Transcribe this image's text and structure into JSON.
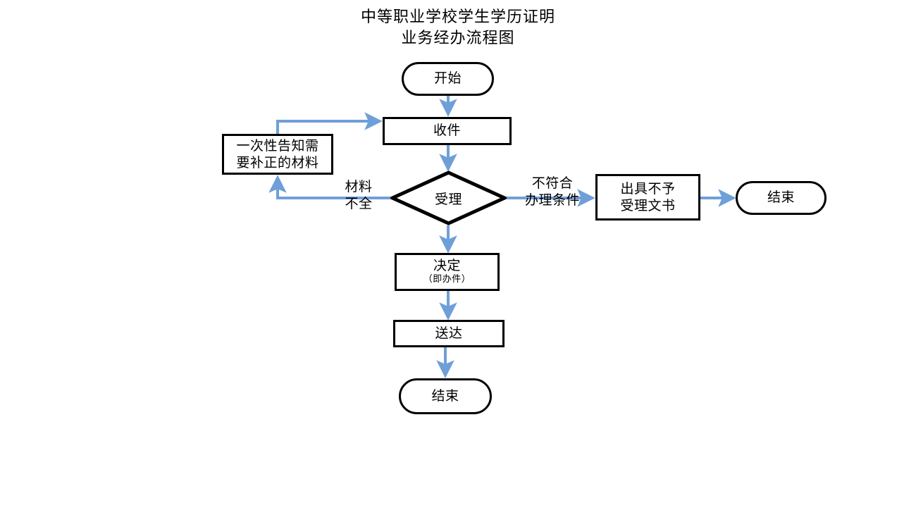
{
  "title": {
    "line1": "中等职业学校学生学历证明",
    "line2": "业务经办流程图",
    "full": "中等职业学校学生学历证明\n业务经办流程图"
  },
  "colors": {
    "arrow": "#6f9fd8",
    "node_border": "#000000",
    "node_fill": "#ffffff",
    "text": "#000000",
    "background": "#ffffff"
  },
  "nodes": {
    "start": {
      "label": "开始",
      "shape": "terminator"
    },
    "receive": {
      "label": "收件",
      "shape": "rectangle"
    },
    "notify": {
      "label": "一次性告知需\n要补正的材料",
      "shape": "rectangle"
    },
    "accept": {
      "label": "受理",
      "shape": "diamond"
    },
    "reject_doc": {
      "label": "出具不予\n受理文书",
      "shape": "rectangle"
    },
    "end_right": {
      "label": "结束",
      "shape": "terminator"
    },
    "decide": {
      "label": "决定",
      "sub_label": "（即办件）",
      "shape": "rectangle"
    },
    "deliver": {
      "label": "送达",
      "shape": "rectangle"
    },
    "end_bottom": {
      "label": "结束",
      "shape": "terminator"
    }
  },
  "edge_labels": {
    "materials_incomplete": "材料\n不全",
    "conditions_not_met": "不符合\n办理条件"
  },
  "flow": [
    {
      "from": "start",
      "to": "receive",
      "label": ""
    },
    {
      "from": "receive",
      "to": "accept",
      "label": ""
    },
    {
      "from": "accept",
      "to": "notify",
      "label": "材料不全"
    },
    {
      "from": "notify",
      "to": "receive",
      "label": ""
    },
    {
      "from": "accept",
      "to": "reject_doc",
      "label": "不符合办理条件"
    },
    {
      "from": "reject_doc",
      "to": "end_right",
      "label": ""
    },
    {
      "from": "accept",
      "to": "decide",
      "label": ""
    },
    {
      "from": "decide",
      "to": "deliver",
      "label": ""
    },
    {
      "from": "deliver",
      "to": "end_bottom",
      "label": ""
    }
  ]
}
